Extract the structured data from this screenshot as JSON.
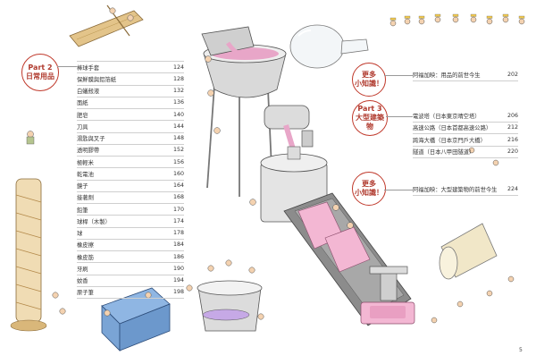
{
  "part2": {
    "label_line1": "Part 2",
    "label_line2": "日常用品",
    "items": [
      {
        "title": "棒球手套",
        "page": "124"
      },
      {
        "title": "保鮮膜與鋁箔紙",
        "page": "128"
      },
      {
        "title": "白蟻殼液",
        "page": "132"
      },
      {
        "title": "面紙",
        "page": "136"
      },
      {
        "title": "肥皂",
        "page": "140"
      },
      {
        "title": "刀具",
        "page": "144"
      },
      {
        "title": "湯匙與叉子",
        "page": "148"
      },
      {
        "title": "透明膠帶",
        "page": "152"
      },
      {
        "title": "極輕米",
        "page": "156"
      },
      {
        "title": "乾電池",
        "page": "160"
      },
      {
        "title": "鏡子",
        "page": "164"
      },
      {
        "title": "接著劑",
        "page": "168"
      },
      {
        "title": "鉛筆",
        "page": "170"
      },
      {
        "title": "球桿（木製）",
        "page": "174"
      },
      {
        "title": "球",
        "page": "178"
      },
      {
        "title": "橡皮擦",
        "page": "184"
      },
      {
        "title": "橡皮筋",
        "page": "186"
      },
      {
        "title": "牙刷",
        "page": "190"
      },
      {
        "title": "蚊香",
        "page": "194"
      },
      {
        "title": "原子筆",
        "page": "198"
      }
    ]
  },
  "more1": {
    "label_line1": "更多",
    "label_line2": "小知識！",
    "items": [
      {
        "title": "阿福加映：用品的前世今生",
        "page": "202"
      }
    ]
  },
  "part3": {
    "label_line1": "Part 3",
    "label_line2": "大型建築物",
    "items": [
      {
        "title": "電波塔（日本東京晴空塔）",
        "page": "206"
      },
      {
        "title": "高速公路（日本首都高速公路）",
        "page": "212"
      },
      {
        "title": "跨海大橋（日本京門戶大橋）",
        "page": "216"
      },
      {
        "title": "隧道（日本八甲田隧道）",
        "page": "220"
      }
    ]
  },
  "more2": {
    "label_line1": "更多",
    "label_line2": "小知識！",
    "items": [
      {
        "title": "阿福加映：大型建築物的前世今生",
        "page": "224"
      }
    ]
  },
  "page_number": "5",
  "colors": {
    "accent_red": "#c0392b",
    "divider": "#cfcfcf",
    "soap_pink": "#e8a6c8",
    "machine_gray": "#dcdcdc",
    "wood": "#d9b77a"
  }
}
